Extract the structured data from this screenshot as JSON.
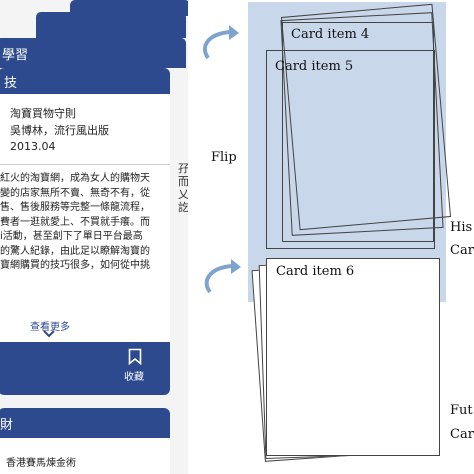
{
  "phone": {
    "tabs": [
      "學習",
      "技"
    ],
    "card": {
      "book_title": "淘寶買物守則",
      "book_meta": "吳博林，流行風出版",
      "book_date": "2013.04",
      "paragraph_lines": [
        "紅火的淘寶網，成為女人的購物天",
        "變的店家無所不賣、無奇不有，從",
        "售、售後服務等完整一條龍流程，",
        "費者一逛就愛上、不買就手癢。而",
        "i活動，甚至創下了單日平台最高",
        "的驚人紀錄，由此足以瞭解淘寶的",
        "寶網購買的技巧很多，如何從中挑"
      ],
      "see_more": "查看更多",
      "bookmark_label": "收藏"
    },
    "card2": {
      "header": "財",
      "subtitle": "香港賽馬煉金術"
    },
    "side_chars": "孖而乂訖"
  },
  "diagram": {
    "flip_label": "Flip",
    "card4": "Card item 4",
    "card5": "Card item 5",
    "card6": "Card item 6",
    "right_top_1": "His",
    "right_top_2": "Car",
    "right_bottom_1": "Fut",
    "right_bottom_2": "Car"
  },
  "colors": {
    "phone_blue": "#2d4a8e",
    "highlight": "#c9d7ea",
    "arrow": "#7ea3cf"
  }
}
